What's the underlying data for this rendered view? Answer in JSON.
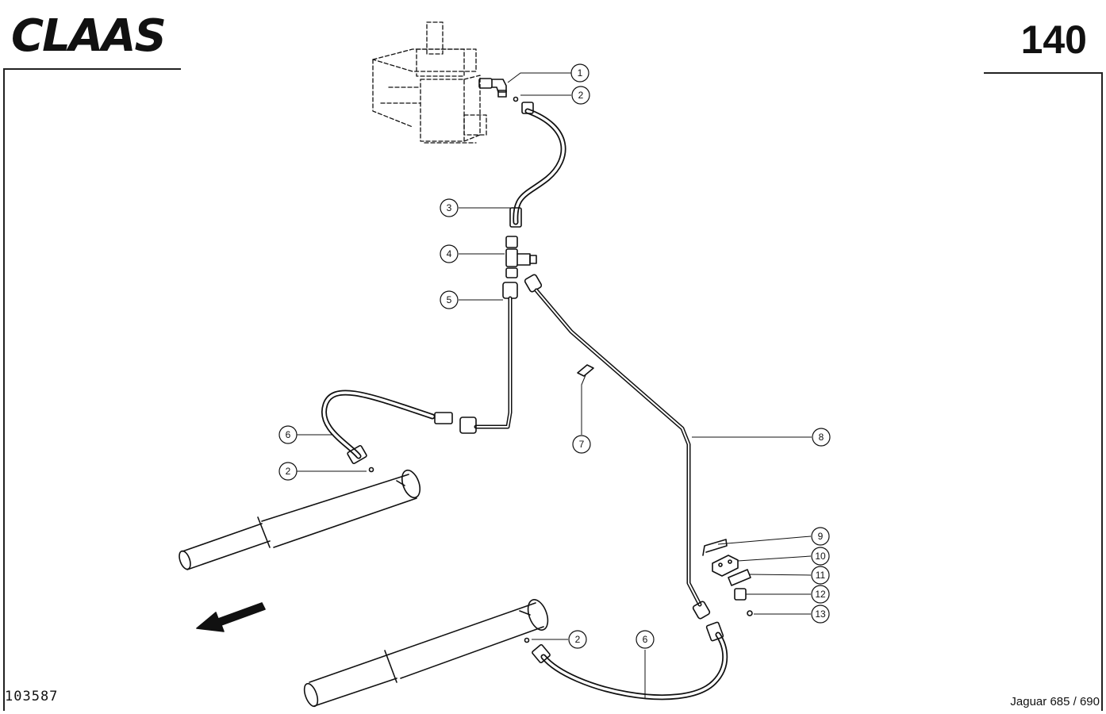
{
  "header": {
    "brand": "CLAAS",
    "page_number": "140"
  },
  "footer": {
    "drawing_number": "103587",
    "model": "Jaguar 685 / 690"
  },
  "callouts": [
    {
      "label": "1"
    },
    {
      "label": "2"
    },
    {
      "label": "3"
    },
    {
      "label": "4"
    },
    {
      "label": "5"
    },
    {
      "label": "6"
    },
    {
      "label": "2"
    },
    {
      "label": "7"
    },
    {
      "label": "8"
    },
    {
      "label": "9"
    },
    {
      "label": "10"
    },
    {
      "label": "11"
    },
    {
      "label": "12"
    },
    {
      "label": "13"
    },
    {
      "label": "2"
    },
    {
      "label": "6"
    }
  ],
  "colors": {
    "ink": "#111111",
    "paper": "#ffffff"
  }
}
